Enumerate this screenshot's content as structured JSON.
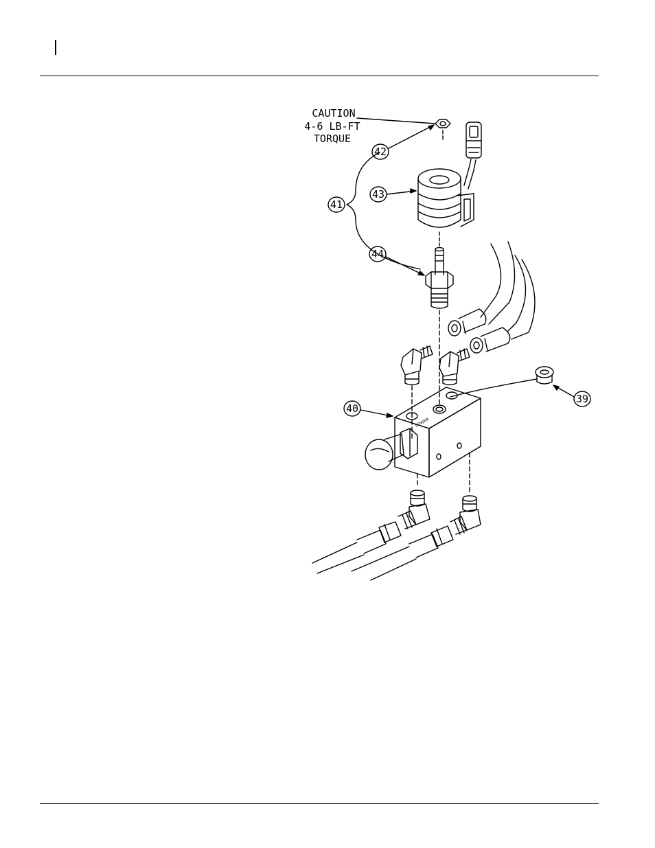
{
  "caution": {
    "line1": "CAUTION",
    "line2": "4-6 LB-FT",
    "line3": "TORQUE"
  },
  "callouts": {
    "c39": "39",
    "c40": "40",
    "c41": "41",
    "c42": "42",
    "c43": "43",
    "c44": "44"
  },
  "block_marking": "LOWER"
}
